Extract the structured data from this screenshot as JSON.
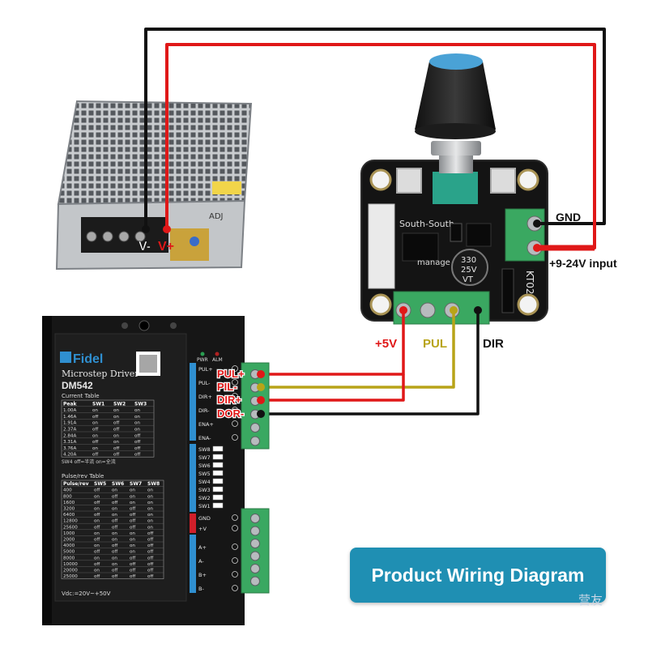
{
  "power_supply": {
    "terminal_negative": "V-",
    "terminal_positive": "V+",
    "adj_label": "ADJ"
  },
  "controller": {
    "silkscreen_name": "South-South",
    "silkscreen_sub": "manage",
    "capacitor_line1": "330",
    "capacitor_line2": "25V",
    "capacitor_line3": "VT",
    "model": "KT02",
    "gnd_label": "GND",
    "input_label": "+9-24V input",
    "out_5v_label": "+5V",
    "out_pul_label": "PUL",
    "out_dir_label": "DIR"
  },
  "driver": {
    "brand": "Fidel",
    "subtitle": "Microstep Driver",
    "model": "DM542",
    "current_table_title": "Current Table",
    "current_headers": [
      "Peak",
      "SW1",
      "SW2",
      "SW3"
    ],
    "current_rows": [
      [
        "1.00A",
        "on",
        "on",
        "on"
      ],
      [
        "1.46A",
        "off",
        "on",
        "on"
      ],
      [
        "1.91A",
        "on",
        "off",
        "on"
      ],
      [
        "2.37A",
        "off",
        "off",
        "on"
      ],
      [
        "2.84A",
        "on",
        "on",
        "off"
      ],
      [
        "3.31A",
        "off",
        "on",
        "off"
      ],
      [
        "3.76A",
        "on",
        "off",
        "off"
      ],
      [
        "4.20A",
        "off",
        "off",
        "off"
      ]
    ],
    "sw4_note": "SW4 off=半流 on=全流",
    "pulse_table_title": "Pulse/rev Table",
    "pulse_headers": [
      "Pulse/rev",
      "SW5",
      "SW6",
      "SW7",
      "SW8"
    ],
    "pulse_rows": [
      [
        "400",
        "off",
        "on",
        "on",
        "on"
      ],
      [
        "800",
        "on",
        "off",
        "on",
        "on"
      ],
      [
        "1600",
        "off",
        "off",
        "on",
        "on"
      ],
      [
        "3200",
        "on",
        "on",
        "off",
        "on"
      ],
      [
        "6400",
        "off",
        "on",
        "off",
        "on"
      ],
      [
        "12800",
        "on",
        "off",
        "off",
        "on"
      ],
      [
        "25600",
        "off",
        "off",
        "off",
        "on"
      ],
      [
        "1000",
        "on",
        "on",
        "on",
        "off"
      ],
      [
        "2000",
        "off",
        "on",
        "on",
        "off"
      ],
      [
        "4000",
        "on",
        "off",
        "on",
        "off"
      ],
      [
        "5000",
        "off",
        "off",
        "on",
        "off"
      ],
      [
        "8000",
        "on",
        "on",
        "off",
        "off"
      ],
      [
        "10000",
        "off",
        "on",
        "off",
        "off"
      ],
      [
        "20000",
        "on",
        "off",
        "off",
        "off"
      ],
      [
        "25000",
        "off",
        "off",
        "off",
        "off"
      ]
    ],
    "vdc_label": "Vdc:=20V~+50V",
    "pwr_label": "PWR",
    "alm_label": "ALM",
    "signal_pins": [
      "PUL+",
      "PUL-",
      "DIR+",
      "DIR-",
      "ENA+",
      "ENA-"
    ],
    "switch_labels": [
      "SW8",
      "SW7",
      "SW6",
      "SW5",
      "SW4",
      "SW3",
      "SW2",
      "SW1"
    ],
    "power_pins": [
      "GND",
      "+V"
    ],
    "motor_pins": [
      "A+",
      "A-",
      "B+",
      "B-"
    ],
    "wire_label_pul_plus": "PUL+",
    "wire_label_pil_minus": "PIL-",
    "wire_label_dir_plus": "DIR+",
    "wire_label_dor_minus": "DOR-"
  },
  "banner": {
    "text": "Product Wiring Diagram"
  },
  "watermark": "营友",
  "colors": {
    "red_wire": "#e01818",
    "black_wire": "#111111",
    "yellow_wire": "#b8a418",
    "banner": "#1f8fb3",
    "green_terminal": "#3aa861"
  }
}
